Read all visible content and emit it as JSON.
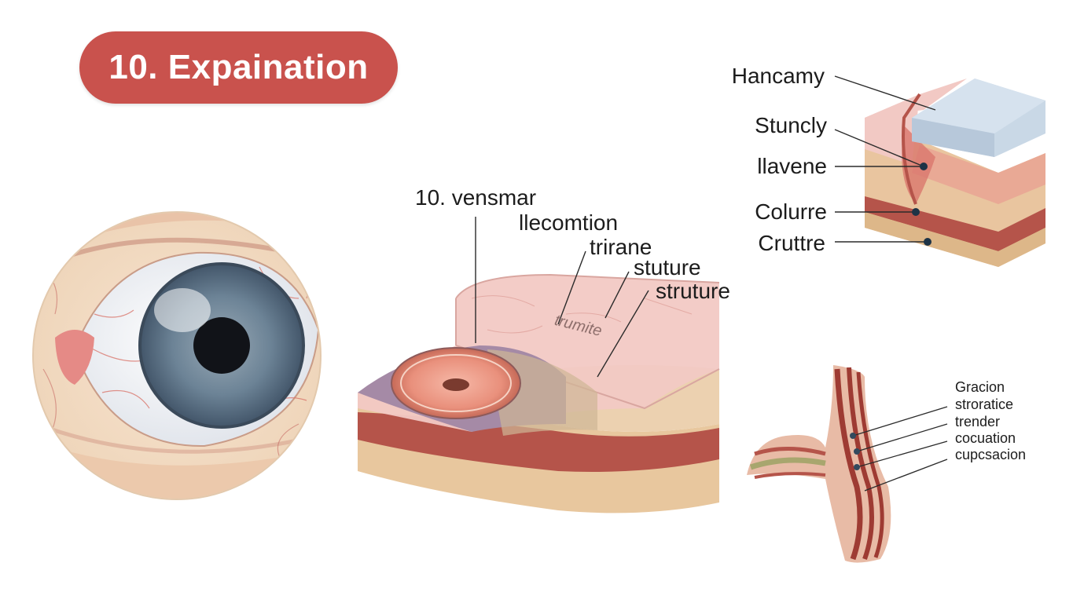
{
  "title_badge": {
    "text": "10. Expaination",
    "color": "#c9524d"
  },
  "center_block": {
    "labels": [
      "10. vensmar",
      "llecomtion",
      "trirane",
      "stuture",
      "struture"
    ],
    "surface_text": "trumite"
  },
  "top_right_block": {
    "labels": [
      "Hancamy",
      "Stuncly",
      "llavene",
      "Colurre",
      "Cruttre"
    ]
  },
  "bottom_right_fiber": {
    "labels": [
      "Gracion",
      "stroratice",
      "trender",
      "cocuation",
      "cupcsacion"
    ]
  },
  "colors": {
    "skin_pink": "#f2c9c4",
    "tissue_tan": "#e8c79e",
    "muscle_red": "#b5544a",
    "iris_blue": "#6c8396",
    "ice_blue": "#c9d8e6"
  }
}
